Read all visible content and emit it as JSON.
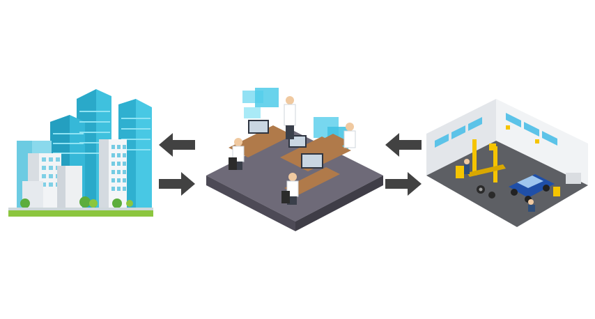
{
  "diagram": {
    "nodes": [
      {
        "id": "city",
        "icon": "city-buildings-icon"
      },
      {
        "id": "office",
        "icon": "engineering-office-icon"
      },
      {
        "id": "garage",
        "icon": "car-service-garage-icon"
      }
    ],
    "connections": [
      {
        "from": "office",
        "to": "city",
        "icon": "arrow-left-icon"
      },
      {
        "from": "city",
        "to": "office",
        "icon": "arrow-right-icon"
      },
      {
        "from": "garage",
        "to": "office",
        "icon": "arrow-left-icon"
      },
      {
        "from": "office",
        "to": "garage",
        "icon": "arrow-right-icon"
      }
    ],
    "colors": {
      "arrow": "#424242",
      "building_cyan": "#2fb6d6",
      "building_light": "#7fd8ec",
      "grass": "#8cc63f",
      "floor": "#6e6a78",
      "garage_floor": "#5d5f64",
      "accent_yellow": "#f5c400",
      "car_blue": "#1f4fa8"
    }
  }
}
